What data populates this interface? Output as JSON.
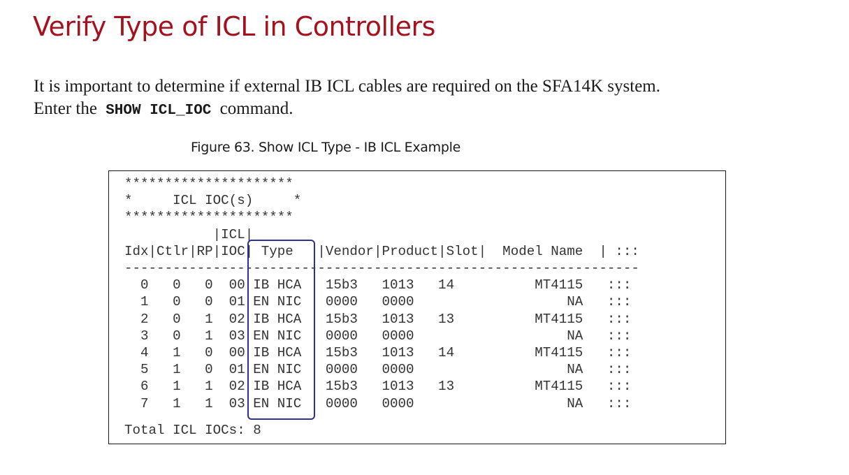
{
  "page": {
    "title": "Verify Type of ICL in Controllers",
    "paragraph": {
      "line1": "It is important to determine if external IB ICL cables are required on the SFA14K system.",
      "line2_prefix": "Enter the",
      "command": "SHOW ICL_IOC",
      "line2_suffix": "command."
    },
    "figure_caption": "Figure 63.  Show ICL Type - IB ICL Example"
  },
  "console": {
    "banner": [
      "*********************",
      "*     ICL IOC(s)     *",
      "*********************"
    ],
    "header_top": "           |ICL|",
    "header": "Idx|Ctlr|RP|IOC| Type   |Vendor|Product|Slot|  Model Name  | :::",
    "separator": "----------------------------------------------------------------",
    "columns": [
      "Idx",
      "Ctlr",
      "RP",
      "ICL IOC",
      "Type",
      "Vendor",
      "Product",
      "Slot",
      "Model Name",
      ":::"
    ],
    "rows": [
      {
        "idx": "0",
        "ctlr": "0",
        "rp": "0",
        "ioc": "00",
        "type": "IB HCA",
        "vendor": "15b3",
        "product": "1013",
        "slot": "14",
        "model": "MT4115",
        "extra": ":::"
      },
      {
        "idx": "1",
        "ctlr": "0",
        "rp": "0",
        "ioc": "01",
        "type": "EN NIC",
        "vendor": "0000",
        "product": "0000",
        "slot": "",
        "model": "NA",
        "extra": ":::"
      },
      {
        "idx": "2",
        "ctlr": "0",
        "rp": "1",
        "ioc": "02",
        "type": "IB HCA",
        "vendor": "15b3",
        "product": "1013",
        "slot": "13",
        "model": "MT4115",
        "extra": ":::"
      },
      {
        "idx": "3",
        "ctlr": "0",
        "rp": "1",
        "ioc": "03",
        "type": "EN NIC",
        "vendor": "0000",
        "product": "0000",
        "slot": "",
        "model": "NA",
        "extra": ":::"
      },
      {
        "idx": "4",
        "ctlr": "1",
        "rp": "0",
        "ioc": "00",
        "type": "IB HCA",
        "vendor": "15b3",
        "product": "1013",
        "slot": "14",
        "model": "MT4115",
        "extra": ":::"
      },
      {
        "idx": "5",
        "ctlr": "1",
        "rp": "0",
        "ioc": "01",
        "type": "EN NIC",
        "vendor": "0000",
        "product": "0000",
        "slot": "",
        "model": "NA",
        "extra": ":::"
      },
      {
        "idx": "6",
        "ctlr": "1",
        "rp": "1",
        "ioc": "02",
        "type": "IB HCA",
        "vendor": "15b3",
        "product": "1013",
        "slot": "13",
        "model": "MT4115",
        "extra": ":::"
      },
      {
        "idx": "7",
        "ctlr": "1",
        "rp": "1",
        "ioc": "03",
        "type": "EN NIC",
        "vendor": "0000",
        "product": "0000",
        "slot": "",
        "model": "NA",
        "extra": ":::"
      }
    ],
    "row_lines": [
      "  0   0   0  00 IB HCA   15b3   1013   14          MT4115   :::",
      "  1   0   0  01 EN NIC   0000   0000                   NA   :::",
      "  2   0   1  02 IB HCA   15b3   1013   13          MT4115   :::",
      "  3   0   1  03 EN NIC   0000   0000                   NA   :::",
      "  4   1   0  00 IB HCA   15b3   1013   14          MT4115   :::",
      "  5   1   0  01 EN NIC   0000   0000                   NA   :::",
      "  6   1   1  02 IB HCA   15b3   1013   13          MT4115   :::",
      "  7   1   1  03 EN NIC   0000   0000                   NA   :::"
    ],
    "total": "Total ICL IOCs: 8"
  },
  "colors": {
    "title": "#a3121e",
    "highlight_box": "#2e3190",
    "console_text": "#333333"
  }
}
